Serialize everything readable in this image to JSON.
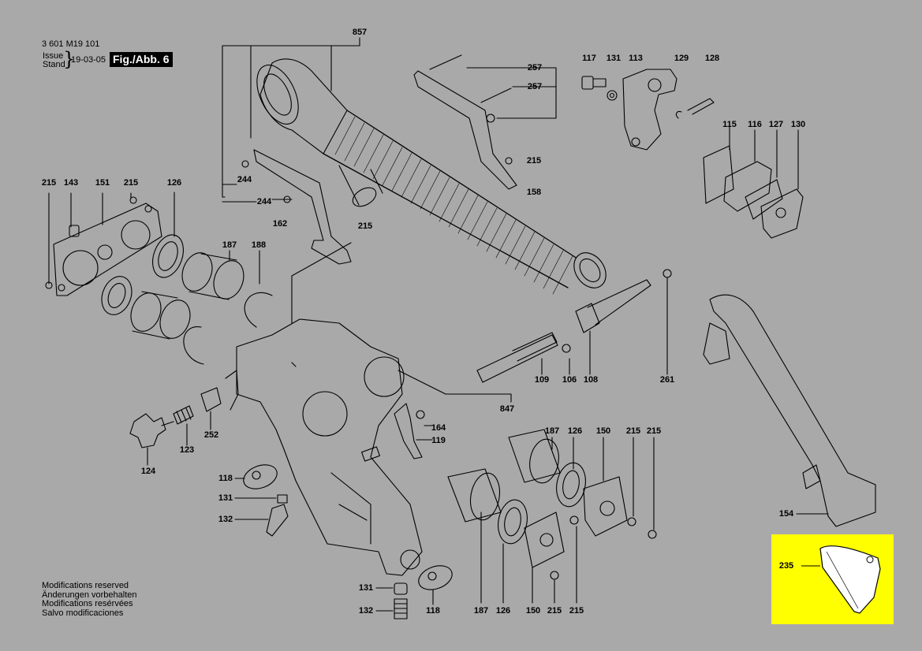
{
  "header": {
    "doc_number": "3 601 M19 101",
    "issue_label": "Issue",
    "stand_label": "Stand",
    "issue_date": "19-03-05",
    "figure_label": "Fig./Abb. 6"
  },
  "footer_notes": [
    "Modifications reserved",
    "Änderungen vorbehalten",
    "Modifications resérvées",
    "Salvo modificaciones"
  ],
  "highlight": {
    "part": "235",
    "color": "#ffff00"
  },
  "callouts": [
    {
      "id": "857-top",
      "label": "857"
    },
    {
      "id": "257a",
      "label": "257"
    },
    {
      "id": "257b",
      "label": "257"
    },
    {
      "id": "215-bracket",
      "label": "215"
    },
    {
      "id": "158",
      "label": "158"
    },
    {
      "id": "244a",
      "label": "244"
    },
    {
      "id": "244b",
      "label": "244"
    },
    {
      "id": "162",
      "label": "162"
    },
    {
      "id": "215-mid",
      "label": "215"
    },
    {
      "id": "117",
      "label": "117"
    },
    {
      "id": "131-top",
      "label": "131"
    },
    {
      "id": "113",
      "label": "113"
    },
    {
      "id": "129",
      "label": "129"
    },
    {
      "id": "128",
      "label": "128"
    },
    {
      "id": "115",
      "label": "115"
    },
    {
      "id": "116",
      "label": "116"
    },
    {
      "id": "127",
      "label": "127"
    },
    {
      "id": "130",
      "label": "130"
    },
    {
      "id": "215-left",
      "label": "215"
    },
    {
      "id": "143",
      "label": "143"
    },
    {
      "id": "151",
      "label": "151"
    },
    {
      "id": "215-left2",
      "label": "215"
    },
    {
      "id": "126-left",
      "label": "126"
    },
    {
      "id": "187-left",
      "label": "187"
    },
    {
      "id": "188",
      "label": "188"
    },
    {
      "id": "109",
      "label": "109"
    },
    {
      "id": "106",
      "label": "106"
    },
    {
      "id": "108",
      "label": "108"
    },
    {
      "id": "261",
      "label": "261"
    },
    {
      "id": "847",
      "label": "847"
    },
    {
      "id": "164",
      "label": "164"
    },
    {
      "id": "119",
      "label": "119"
    },
    {
      "id": "252",
      "label": "252"
    },
    {
      "id": "123",
      "label": "123"
    },
    {
      "id": "124",
      "label": "124"
    },
    {
      "id": "187-right",
      "label": "187"
    },
    {
      "id": "126-right",
      "label": "126"
    },
    {
      "id": "150-right",
      "label": "150"
    },
    {
      "id": "215-right-a",
      "label": "215"
    },
    {
      "id": "215-right-b",
      "label": "215"
    },
    {
      "id": "118-left",
      "label": "118"
    },
    {
      "id": "131-left",
      "label": "131"
    },
    {
      "id": "132-left",
      "label": "132"
    },
    {
      "id": "154",
      "label": "154"
    },
    {
      "id": "235",
      "label": "235"
    },
    {
      "id": "131-bottom",
      "label": "131"
    },
    {
      "id": "132-bottom",
      "label": "132"
    },
    {
      "id": "118-bottom",
      "label": "118"
    },
    {
      "id": "187-bottom",
      "label": "187"
    },
    {
      "id": "126-bottom",
      "label": "126"
    },
    {
      "id": "150-bottom",
      "label": "150"
    },
    {
      "id": "215-bottom-a",
      "label": "215"
    },
    {
      "id": "215-bottom-b",
      "label": "215"
    }
  ]
}
